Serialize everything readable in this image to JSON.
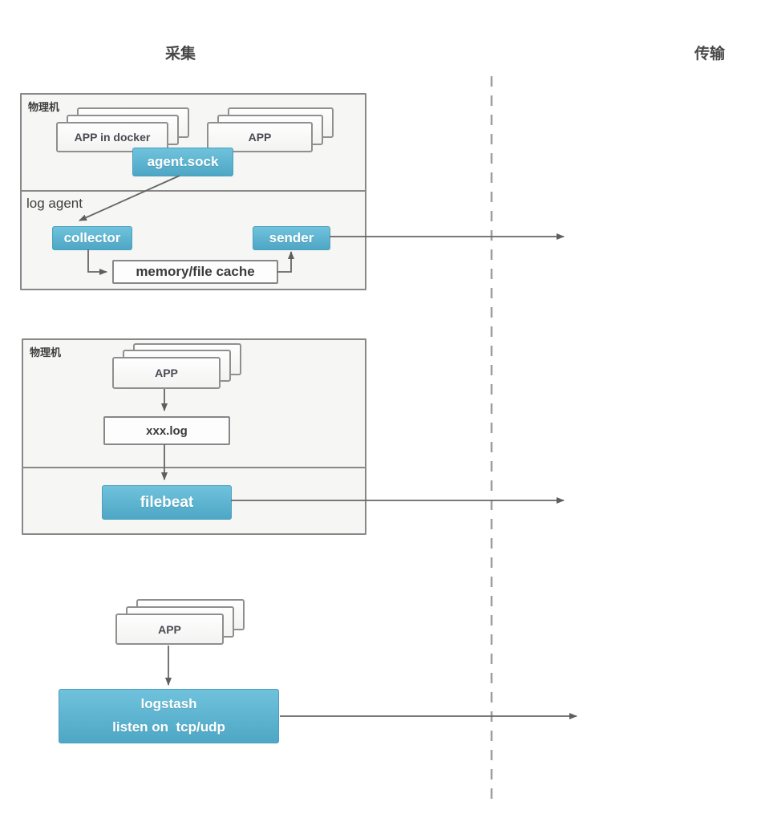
{
  "headers": {
    "collect": "采集",
    "transport": "传输"
  },
  "sections": {
    "docker_host": {
      "host_label": "物理机",
      "agent_zone_label": "log agent",
      "app_docker_stack": "APP in docker",
      "app_stack": "APP",
      "agent_sock": "agent.sock",
      "collector": "collector",
      "sender": "sender",
      "cache": "memory/file cache"
    },
    "filebeat_host": {
      "host_label": "物理机",
      "app_stack": "APP",
      "log_file": "xxx.log",
      "filebeat": "filebeat"
    },
    "logstash_group": {
      "app_stack": "APP",
      "logstash_line1": "logstash",
      "logstash_line2": "listen on  tcp/udp"
    }
  },
  "colors": {
    "accent_blue_top": "#70c2dc",
    "accent_blue_bottom": "#4da7c5",
    "box_fill": "#f6f6f5",
    "box_border": "#888888",
    "arrow": "#666666",
    "dashed_divider": "#9e9e9e",
    "text_dark": "#3d3d3d",
    "text_on_blue": "#ffffff"
  }
}
